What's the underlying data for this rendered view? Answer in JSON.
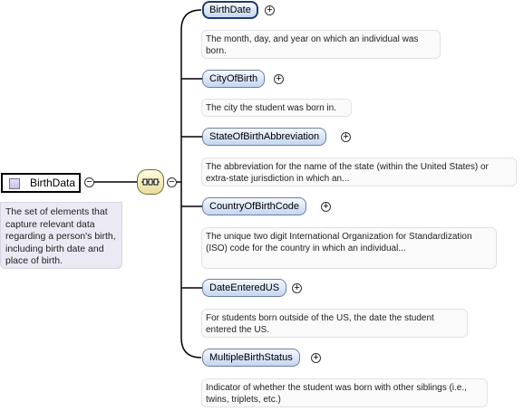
{
  "root": {
    "label": "BirthData",
    "description": "The set of elements that capture relevant data regarding a person's birth, including birth date and place of birth."
  },
  "symbols": {
    "collapse": "−",
    "expand": "+"
  },
  "icons": {
    "root": "element-square-icon",
    "sequence": "sequence-compositor-icon"
  },
  "children": [
    {
      "label": "BirthDate",
      "description": "The month, day, and year on which an individual was born."
    },
    {
      "label": "CityOfBirth",
      "description": "The city the student was born in."
    },
    {
      "label": "StateOfBirthAbbreviation",
      "description": "The abbreviation for the name of the state (within the United States) or extra-state jurisdiction in which an..."
    },
    {
      "label": "CountryOfBirthCode",
      "description": "The unique two digit International Organization for Standardization (ISO) code for the country in which an individual..."
    },
    {
      "label": "DateEnteredUS",
      "description": "For students born outside of the US, the date the student entered the US."
    },
    {
      "label": "MultipleBirthStatus",
      "description": "Indicator of whether the student was born with other siblings (i.e., twins, triplets, etc.)"
    }
  ]
}
